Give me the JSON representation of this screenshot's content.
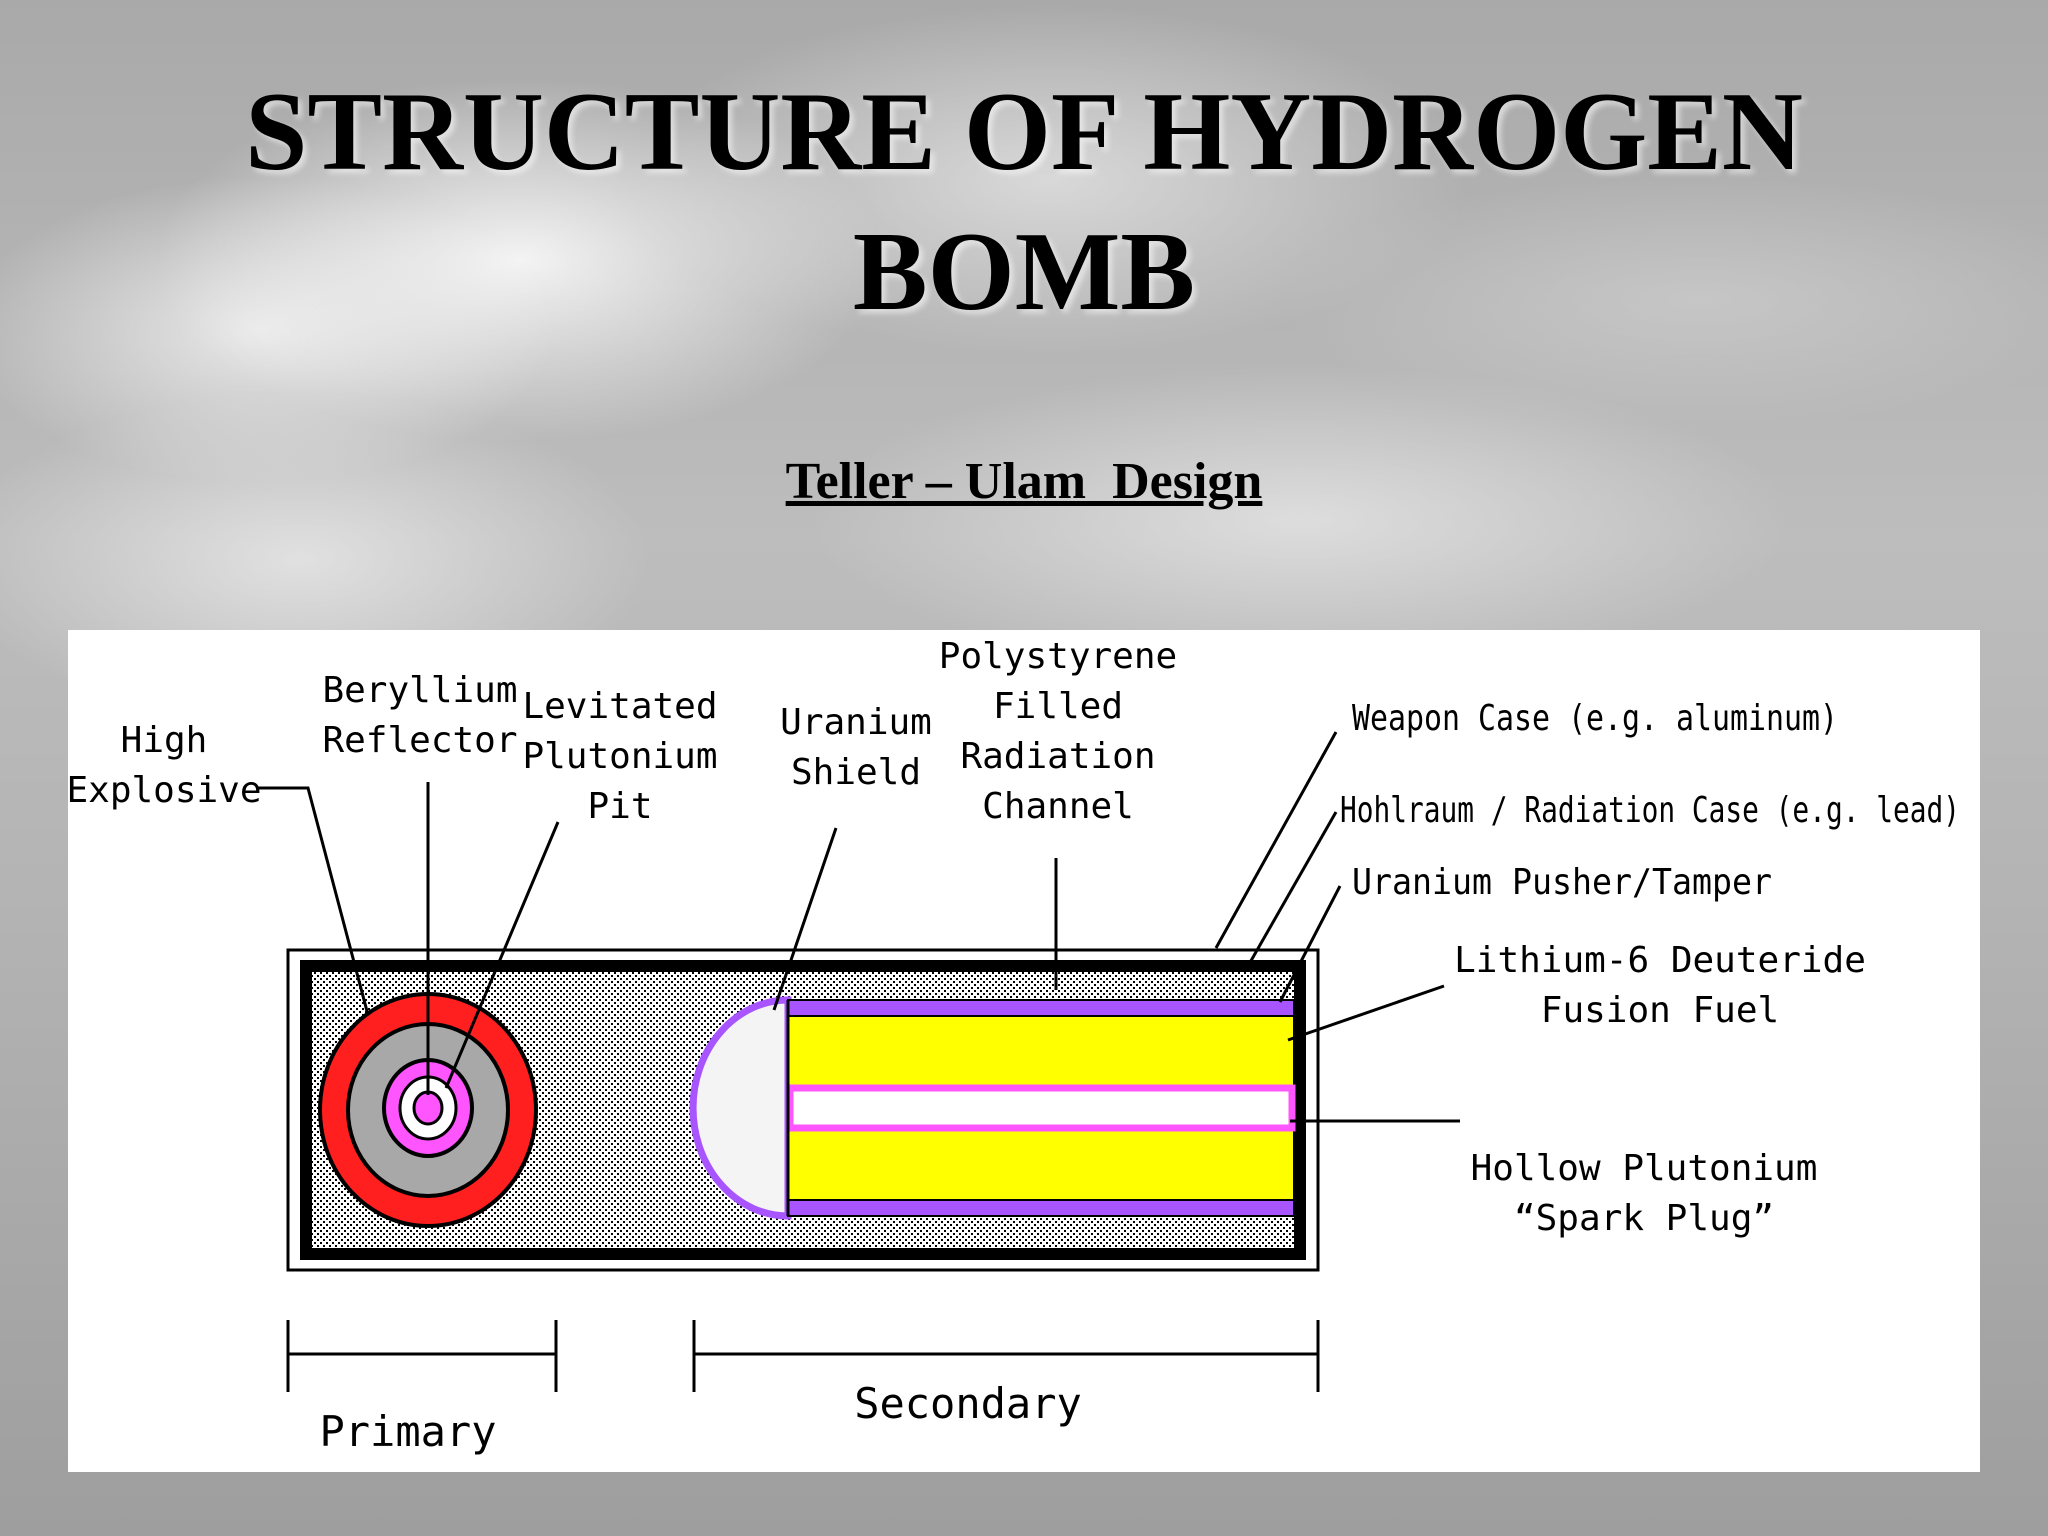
{
  "slide": {
    "title_line1": "STRUCTURE OF HYDROGEN",
    "title_line2": "BOMB",
    "subtitle": "Teller – Ulam  Design"
  },
  "diagram": {
    "labels": {
      "high_explosive_1": "High",
      "high_explosive_2": "Explosive",
      "beryllium_1": "Beryllium",
      "beryllium_2": "Reflector",
      "levitated_1": "Levitated",
      "levitated_2": "Plutonium",
      "levitated_3": "Pit",
      "uranium_shield_1": "Uranium",
      "uranium_shield_2": "Shield",
      "polystyrene_1": "Polystyrene",
      "polystyrene_2": "Filled",
      "polystyrene_3": "Radiation",
      "polystyrene_4": "Channel",
      "weapon_case": "Weapon Case (e.g. aluminum)",
      "hohlraum": "Hohlraum / Radiation Case (e.g. lead)",
      "pusher": "Uranium Pusher/Tamper",
      "lithium_1": "Lithium-6 Deuteride",
      "lithium_2": "Fusion Fuel",
      "spark_1": "Hollow Plutonium",
      "spark_2": "“Spark Plug”",
      "primary": "Primary",
      "secondary": "Secondary"
    },
    "colors": {
      "explosive_red": "#ff1f1f",
      "reflector_gray": "#a8a8a8",
      "pit_pink": "#ff55ff",
      "shield_purple": "#a855ff",
      "fuel_yellow": "#ffff00",
      "case_black": "#000000"
    }
  }
}
